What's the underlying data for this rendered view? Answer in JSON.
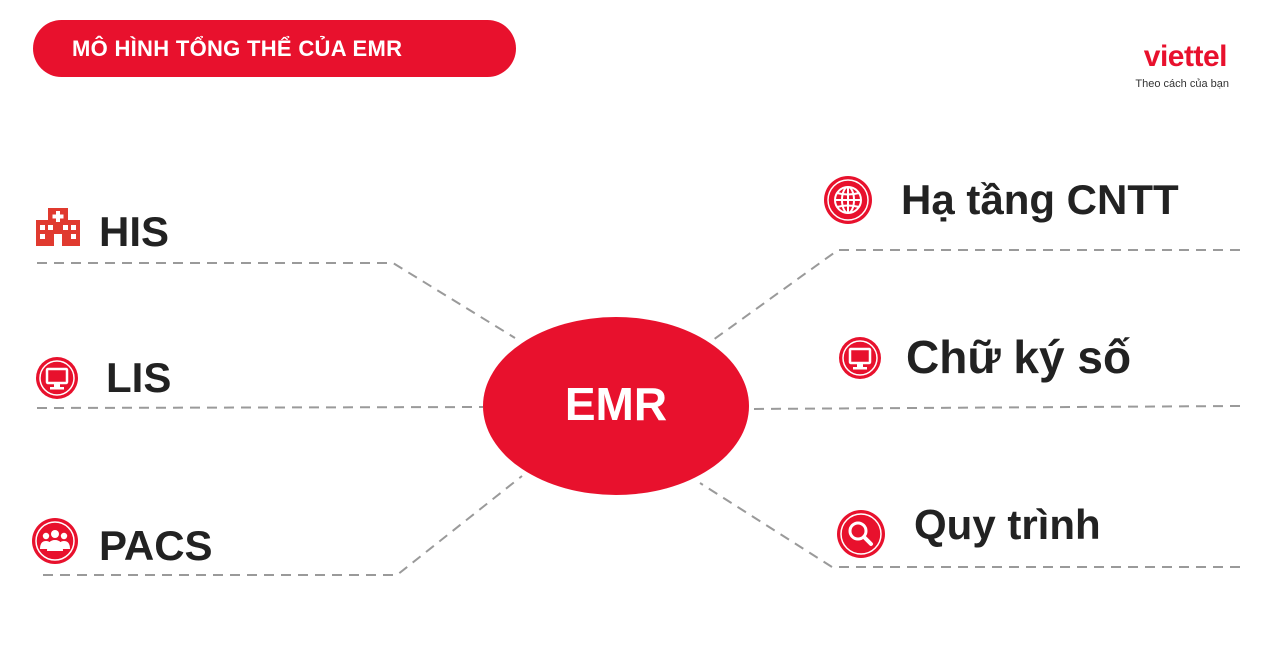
{
  "header": {
    "title": "MÔ HÌNH TỔNG THỂ CỦA EMR"
  },
  "logo": {
    "brand": "viettel",
    "tagline": "Theo cách của bạn"
  },
  "center": {
    "label": "EMR"
  },
  "nodes": {
    "his": "HIS",
    "lis": "LIS",
    "pacs": "PACS",
    "ha_tang": "Hạ tầng CNTT",
    "chu_ky": "Chữ ký số",
    "quy_trinh": "Quy trình"
  },
  "colors": {
    "accent": "#e8112d",
    "line": "#9a9a9a",
    "text": "#222222"
  },
  "icons": {
    "his": "hospital-icon",
    "lis": "monitor-icon",
    "pacs": "people-icon",
    "ha_tang": "globe-icon",
    "chu_ky": "monitor-icon",
    "quy_trinh": "search-icon"
  }
}
